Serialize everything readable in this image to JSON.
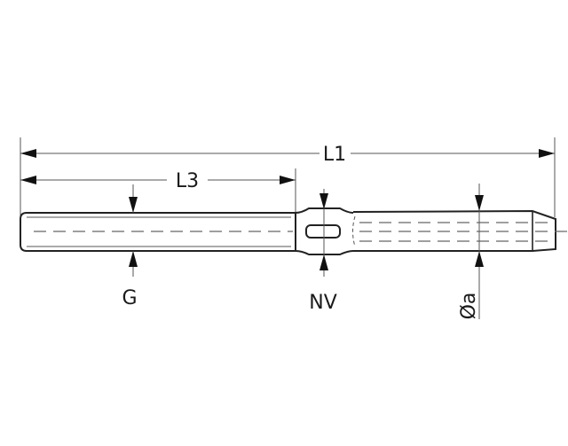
{
  "drawing": {
    "labels": {
      "overall_length": "L1",
      "thread_length": "L3",
      "thread_diameter": "G",
      "wrench_flat": "NV",
      "bore_diameter": "Øa"
    },
    "line_color": "#222222"
  }
}
